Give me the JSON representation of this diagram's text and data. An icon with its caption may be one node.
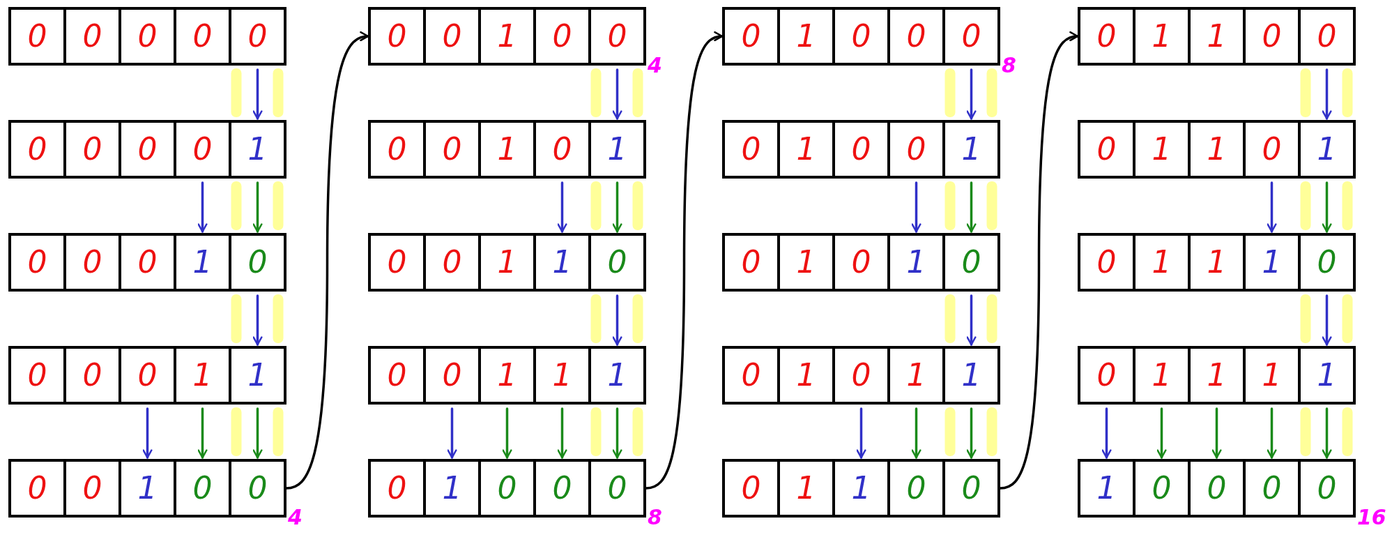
{
  "diagram": {
    "nodes": [
      {
        "text": [],
        "shape": "box"
      },
      {
        "text": [
          "0"
        ],
        "in": 0
      },
      {
        "text": [
          "0"
        ],
        "in": 0
      },
      {
        "text": [
          "0"
        ],
        "in": 0
      },
      {
        "text": [
          "0"
        ],
        "in": 0
      },
      {
        "text": [
          "0"
        ],
        "in": 0
      },
      {
        "text": [],
        "shape": "box"
      },
      {
        "text": [
          "0"
        ],
        "in": 6
      },
      {
        "text": [
          "0"
        ],
        "in": 6
      },
      {
        "text": [
          "0"
        ],
        "in": 6
      },
      {
        "text": [
          "0"
        ],
        "in": 6
      },
      {
        "text": [
          "1"
        ],
        "in": 6
      },
      {
        "text": [],
        "shape": "box"
      },
      {
        "text": [
          "0"
        ],
        "in": 12
      },
      {
        "text": [
          "0"
        ],
        "in": 12
      },
      {
        "text": [
          "0"
        ],
        "in": 12
      },
      {
        "text": [
          "1"
        ],
        "in": 12
      },
      {
        "text": [
          "0"
        ],
        "in": 12
      },
      {
        "text": [],
        "shape": "box"
      },
      {
        "text": [
          "0"
        ],
        "in": 18
      },
      {
        "text": [
          "0"
        ],
        "in": 18
      },
      {
        "text": [
          "0"
        ],
        "in": 18
      },
      {
        "text": [
          "1"
        ],
        "in": 18
      },
      {
        "text": [
          "1"
        ],
        "in": 18
      },
      {
        "text": [],
        "shape": "box",
        "beside": [
          "4"
        ]
      },
      {
        "text": [
          "0"
        ],
        "in": 24
      },
      {
        "text": [
          "0"
        ],
        "in": 24
      },
      {
        "text": [
          "1"
        ],
        "in": 24
      },
      {
        "text": [
          "0"
        ],
        "in": 24
      },
      {
        "text": [
          "0"
        ],
        "in": 24
      },
      {
        "text": [],
        "shape": "box",
        "beside": [
          "4"
        ]
      },
      {
        "text": [
          "0"
        ],
        "in": 30
      },
      {
        "text": [
          "0"
        ],
        "in": 30
      },
      {
        "text": [
          "1"
        ],
        "in": 30
      },
      {
        "text": [
          "0"
        ],
        "in": 30
      },
      {
        "text": [
          "0"
        ],
        "in": 30
      },
      {
        "text": [],
        "shape": "box"
      },
      {
        "text": [
          "0"
        ],
        "in": 36
      },
      {
        "text": [
          "0"
        ],
        "in": 36
      },
      {
        "text": [
          "1"
        ],
        "in": 36
      },
      {
        "text": [
          "0"
        ],
        "in": 36
      },
      {
        "text": [
          "1"
        ],
        "in": 36
      },
      {
        "text": [],
        "shape": "box"
      },
      {
        "text": [
          "0"
        ],
        "in": 42
      },
      {
        "text": [
          "0"
        ],
        "in": 42
      },
      {
        "text": [
          "1"
        ],
        "in": 42
      },
      {
        "text": [
          "1"
        ],
        "in": 42
      },
      {
        "text": [
          "0"
        ],
        "in": 42
      },
      {
        "text": [],
        "shape": "box"
      },
      {
        "text": [
          "0"
        ],
        "in": 48
      },
      {
        "text": [
          "0"
        ],
        "in": 48
      },
      {
        "text": [
          "1"
        ],
        "in": 48
      },
      {
        "text": [
          "1"
        ],
        "in": 48
      },
      {
        "text": [
          "1"
        ],
        "in": 48
      },
      {
        "text": [],
        "shape": "box",
        "beside": [
          "8"
        ]
      },
      {
        "text": [
          "0"
        ],
        "in": 54
      },
      {
        "text": [
          "1"
        ],
        "in": 54
      },
      {
        "text": [
          "0"
        ],
        "in": 54
      },
      {
        "text": [
          "0"
        ],
        "in": 54
      },
      {
        "text": [
          "0"
        ],
        "in": 54
      },
      {
        "text": [],
        "shape": "box",
        "beside": [
          "8"
        ]
      },
      {
        "text": [
          "0"
        ],
        "in": 60
      },
      {
        "text": [
          "1"
        ],
        "in": 60
      },
      {
        "text": [
          "0"
        ],
        "in": 60
      },
      {
        "text": [
          "0"
        ],
        "in": 60
      },
      {
        "text": [
          "0"
        ],
        "in": 60
      },
      {
        "text": [],
        "shape": "box"
      },
      {
        "text": [
          "0"
        ],
        "in": 66
      },
      {
        "text": [
          "1"
        ],
        "in": 66
      },
      {
        "text": [
          "0"
        ],
        "in": 66
      },
      {
        "text": [
          "0"
        ],
        "in": 66
      },
      {
        "text": [
          "1"
        ],
        "in": 66
      },
      {
        "text": [],
        "shape": "box"
      },
      {
        "text": [
          "0"
        ],
        "in": 72
      },
      {
        "text": [
          "1"
        ],
        "in": 72
      },
      {
        "text": [
          "0"
        ],
        "in": 72
      },
      {
        "text": [
          "1"
        ],
        "in": 72
      },
      {
        "text": [
          "0"
        ],
        "in": 72
      },
      {
        "text": [],
        "shape": "box"
      },
      {
        "text": [
          "0"
        ],
        "in": 78
      },
      {
        "text": [
          "1"
        ],
        "in": 78
      },
      {
        "text": [
          "0"
        ],
        "in": 78
      },
      {
        "text": [
          "1"
        ],
        "in": 78
      },
      {
        "text": [
          "1"
        ],
        "in": 78
      },
      {
        "text": [],
        "shape": "box"
      },
      {
        "text": [
          "0"
        ],
        "in": 84
      },
      {
        "text": [
          "1"
        ],
        "in": 84
      },
      {
        "text": [
          "1"
        ],
        "in": 84
      },
      {
        "text": [
          "0"
        ],
        "in": 84
      },
      {
        "text": [
          "0"
        ],
        "in": 84
      },
      {
        "text": [],
        "shape": "box"
      },
      {
        "text": [
          "0"
        ],
        "in": 90
      },
      {
        "text": [
          "1"
        ],
        "in": 90
      },
      {
        "text": [
          "1"
        ],
        "in": 90
      },
      {
        "text": [
          "0"
        ],
        "in": 90
      },
      {
        "text": [
          "0"
        ],
        "in": 90
      },
      {
        "text": [],
        "shape": "box"
      },
      {
        "text": [
          "0"
        ],
        "in": 96
      },
      {
        "text": [
          "1"
        ],
        "in": 96
      },
      {
        "text": [
          "1"
        ],
        "in": 96
      },
      {
        "text": [
          "0"
        ],
        "in": 96
      },
      {
        "text": [
          "1"
        ],
        "in": 96
      },
      {
        "text": [],
        "shape": "box"
      },
      {
        "text": [
          "0"
        ],
        "in": 102
      },
      {
        "text": [
          "1"
        ],
        "in": 102
      },
      {
        "text": [
          "1"
        ],
        "in": 102
      },
      {
        "text": [
          "1"
        ],
        "in": 102
      },
      {
        "text": [
          "0"
        ],
        "in": 102
      },
      {
        "text": [],
        "shape": "box"
      },
      {
        "text": [
          "0"
        ],
        "in": 108
      },
      {
        "text": [
          "1"
        ],
        "in": 108
      },
      {
        "text": [
          "1"
        ],
        "in": 108
      },
      {
        "text": [
          "1"
        ],
        "in": 108
      },
      {
        "text": [
          "1"
        ],
        "in": 108
      },
      {
        "text": [],
        "shape": "box",
        "beside": [
          "16"
        ]
      },
      {
        "text": [
          "1"
        ],
        "in": 114
      },
      {
        "text": [
          "0"
        ],
        "in": 114
      },
      {
        "text": [
          "0"
        ],
        "in": 114
      },
      {
        "text": [
          "0"
        ],
        "in": 114
      },
      {
        "text": [
          "0"
        ],
        "in": 114
      }
    ],
    "edges": [
      {
        "from": 5,
        "to": 11,
        "arrow": "to"
      },
      {
        "from": 10,
        "to": 16,
        "arrow": "to"
      },
      {
        "from": 11,
        "to": 17,
        "arrow": "to",
        "color": "#1a8a1a"
      },
      {
        "from": 17,
        "to": 23,
        "arrow": "to"
      },
      {
        "from": 21,
        "to": 27,
        "arrow": "to"
      },
      {
        "from": 22,
        "to": 28,
        "arrow": "to",
        "color": "#1a8a1a"
      },
      {
        "from": 23,
        "to": 29,
        "arrow": "to",
        "color": "#1a8a1a"
      },
      {
        "from": 24,
        "to": 30,
        "arrow": "to",
        "color": "#000000"
      },
      {
        "from": 35,
        "to": 41,
        "arrow": "to"
      },
      {
        "from": 40,
        "to": 46,
        "arrow": "to"
      },
      {
        "from": 41,
        "to": 47,
        "arrow": "to",
        "color": "#1a8a1a"
      },
      {
        "from": 47,
        "to": 53,
        "arrow": "to"
      },
      {
        "from": 50,
        "to": 56,
        "arrow": "to"
      },
      {
        "from": 51,
        "to": 57,
        "arrow": "to",
        "color": "#1a8a1a"
      },
      {
        "from": 52,
        "to": 58,
        "arrow": "to",
        "color": "#1a8a1a"
      },
      {
        "from": 53,
        "to": 59,
        "arrow": "to",
        "color": "#1a8a1a"
      },
      {
        "from": 54,
        "to": 60,
        "arrow": "to",
        "color": "#000000"
      },
      {
        "from": 65,
        "to": 71,
        "arrow": "to"
      },
      {
        "from": 70,
        "to": 76,
        "arrow": "to"
      },
      {
        "from": 71,
        "to": 77,
        "arrow": "to",
        "color": "#1a8a1a"
      },
      {
        "from": 77,
        "to": 83,
        "arrow": "to"
      },
      {
        "from": 81,
        "to": 87,
        "arrow": "to"
      },
      {
        "from": 82,
        "to": 88,
        "arrow": "to",
        "color": "#1a8a1a"
      },
      {
        "from": 83,
        "to": 89,
        "arrow": "to",
        "color": "#1a8a1a"
      },
      {
        "from": 84,
        "to": 90,
        "arrow": "to",
        "color": "#000000"
      },
      {
        "from": 95,
        "to": 101,
        "arrow": "to"
      },
      {
        "from": 100,
        "to": 106,
        "arrow": "to"
      },
      {
        "from": 101,
        "to": 107,
        "arrow": "to",
        "color": "#1a8a1a"
      },
      {
        "from": 107,
        "to": 113,
        "arrow": "to"
      },
      {
        "from": 109,
        "to": 115,
        "arrow": "to"
      },
      {
        "from": 110,
        "to": 116,
        "arrow": "to",
        "color": "#1a8a1a"
      },
      {
        "from": 111,
        "to": 117,
        "arrow": "to",
        "color": "#1a8a1a"
      },
      {
        "from": 112,
        "to": 118,
        "arrow": "to",
        "color": "#1a8a1a"
      },
      {
        "from": 113,
        "to": 119,
        "arrow": "to",
        "color": "#1a8a1a"
      }
    ]
  }
}
